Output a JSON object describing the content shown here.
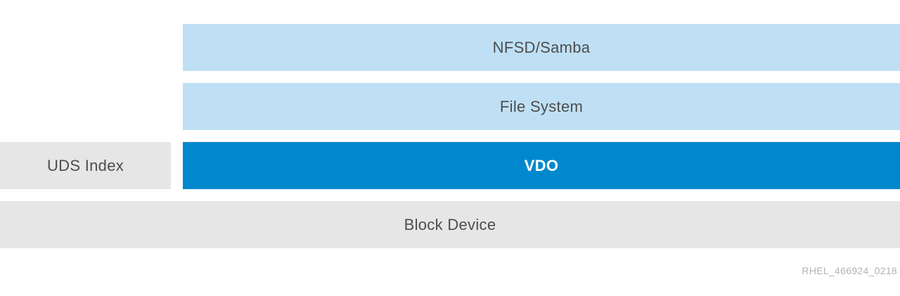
{
  "layers": {
    "nfsd": "NFSD/Samba",
    "file_system": "File System",
    "uds_index": "UDS Index",
    "vdo": "VDO",
    "block_device": "Block Device"
  },
  "figure_id": "RHEL_466924_0218",
  "colors": {
    "light_blue": "#bfe0f4",
    "gray": "#e6e6e6",
    "vdo_blue": "#0088ce",
    "text_dark": "#4d4d4d",
    "text_light": "#ffffff",
    "figure_id_text": "#b3b3b3"
  }
}
